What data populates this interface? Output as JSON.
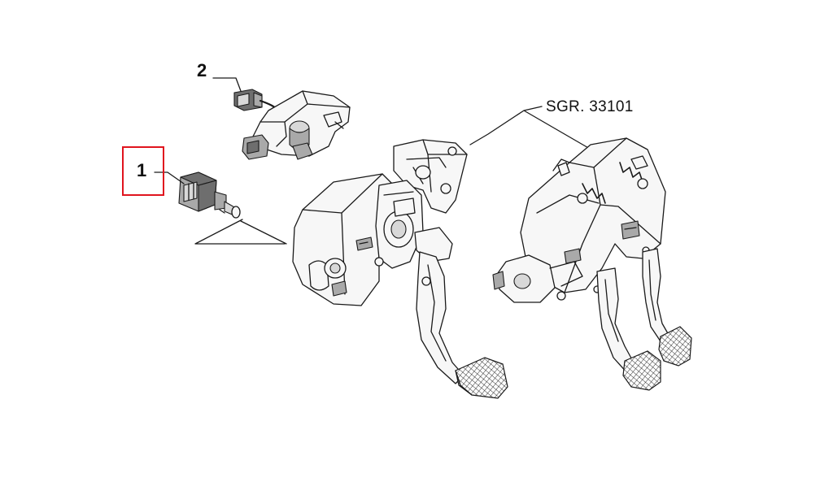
{
  "callouts": [
    {
      "number": "1",
      "part": "brake-light-switch",
      "highlighted": true
    },
    {
      "number": "2",
      "part": "clutch-sensor",
      "highlighted": false
    }
  ],
  "reference": {
    "label": "SGR. 33101"
  },
  "colors": {
    "background": "#ffffff",
    "line": "#1a1a1a",
    "highlight": "#e0141e",
    "part_fill": "#f7f7f7",
    "shade_dark": "#6e6e6e"
  }
}
